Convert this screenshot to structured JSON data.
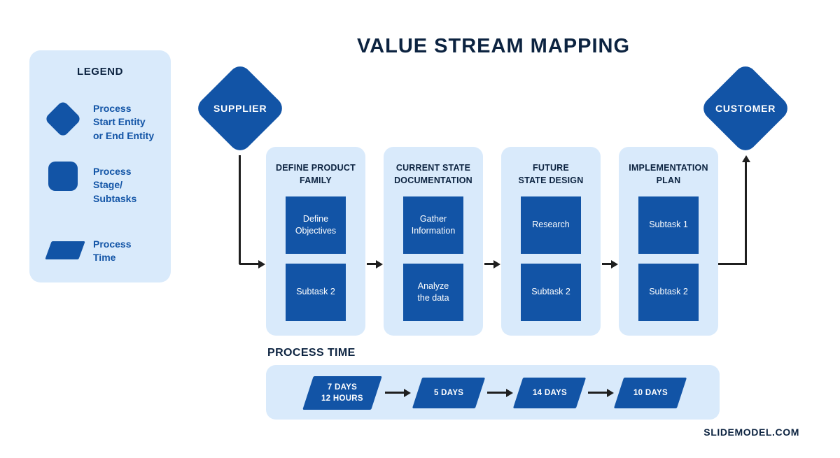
{
  "title": "VALUE STREAM MAPPING",
  "legend": {
    "title": "LEGEND",
    "items": [
      {
        "icon": "diamond-icon",
        "label": "Process\nStart Entity\nor End Entity"
      },
      {
        "icon": "rounded-square-icon",
        "label": "Process\nStage/\nSubtasks"
      },
      {
        "icon": "parallelogram-icon",
        "label": "Process\nTime"
      }
    ]
  },
  "entities": {
    "start": "SUPPLIER",
    "end": "CUSTOMER"
  },
  "stages": [
    {
      "title": "DEFINE PRODUCT\nFAMILY",
      "subtasks": [
        "Define\nObjectives",
        "Subtask 2"
      ]
    },
    {
      "title": "CURRENT STATE\nDOCUMENTATION",
      "subtasks": [
        "Gather\nInformation",
        "Analyze\nthe data"
      ]
    },
    {
      "title": "FUTURE\nSTATE DESIGN",
      "subtasks": [
        "Research",
        "Subtask 2"
      ]
    },
    {
      "title": "IMPLEMENTATION\nPLAN",
      "subtasks": [
        "Subtask 1",
        "Subtask 2"
      ]
    }
  ],
  "process_time": {
    "label": "PROCESS TIME",
    "durations": [
      "7 DAYS\n12 HOURS",
      "5 DAYS",
      "14 DAYS",
      "10 DAYS"
    ]
  },
  "footer": "SLIDEMODEL.COM",
  "colors": {
    "primary": "#1254a6",
    "panel": "#d9eafb",
    "navy": "#0c2340",
    "arrow": "#1f1f1f"
  }
}
